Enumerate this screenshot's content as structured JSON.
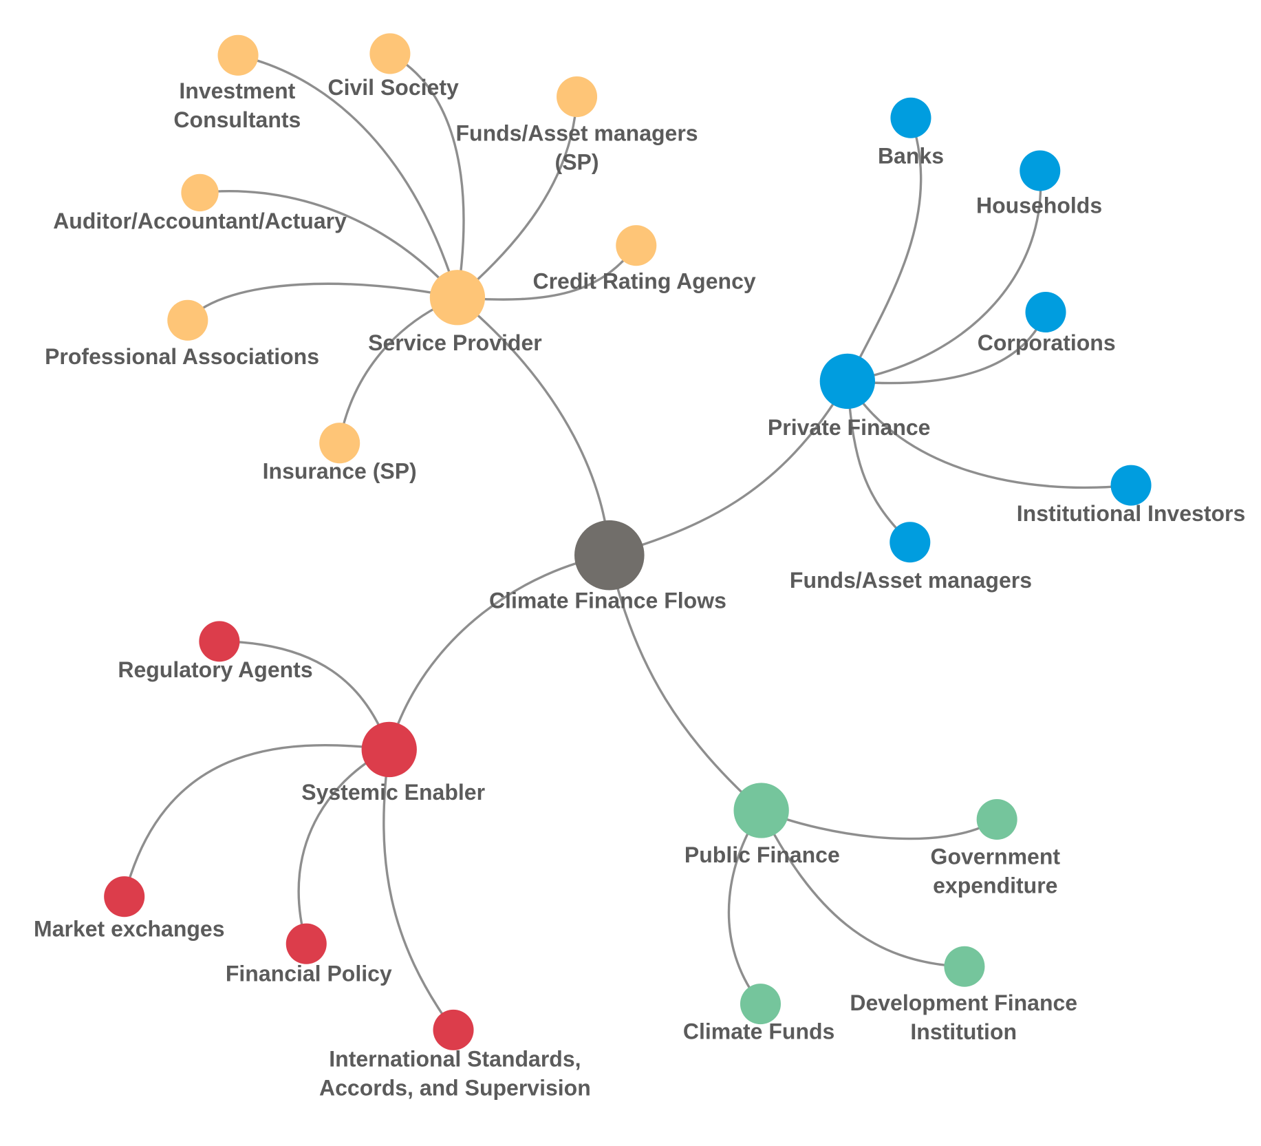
{
  "colors": {
    "center": "#716e6a",
    "service_provider": "#fec577",
    "private_finance": "#009ddf",
    "public_finance": "#75c59c",
    "systemic_enabler": "#dc3d4b",
    "edge": "#8e8e8e",
    "label": "#5b5b5b"
  },
  "center": {
    "id": "center",
    "label": [
      "Climate Finance Flows"
    ]
  },
  "groups": [
    {
      "id": "service-provider",
      "color_key": "service_provider",
      "label": [
        "Service Provider"
      ],
      "children": [
        {
          "id": "investment-consultants",
          "label": [
            "Investment",
            "Consultants"
          ]
        },
        {
          "id": "civil-society",
          "label": [
            "Civil Society"
          ]
        },
        {
          "id": "funds-asset-managers-sp",
          "label": [
            "Funds/Asset managers",
            "(SP)"
          ]
        },
        {
          "id": "auditor-accountant-actuary",
          "label": [
            "Auditor/Accountant/Actuary"
          ]
        },
        {
          "id": "credit-rating-agency",
          "label": [
            "Credit Rating Agency"
          ]
        },
        {
          "id": "professional-associations",
          "label": [
            "Professional Associations"
          ]
        },
        {
          "id": "insurance-sp",
          "label": [
            "Insurance (SP)"
          ]
        }
      ]
    },
    {
      "id": "private-finance",
      "color_key": "private_finance",
      "label": [
        "Private Finance"
      ],
      "children": [
        {
          "id": "banks",
          "label": [
            "Banks"
          ]
        },
        {
          "id": "households",
          "label": [
            "Households"
          ]
        },
        {
          "id": "corporations",
          "label": [
            "Corporations"
          ]
        },
        {
          "id": "institutional-investors",
          "label": [
            "Institutional Investors"
          ]
        },
        {
          "id": "funds-asset-managers",
          "label": [
            "Funds/Asset managers"
          ]
        }
      ]
    },
    {
      "id": "systemic-enabler",
      "color_key": "systemic_enabler",
      "label": [
        "Systemic Enabler"
      ],
      "children": [
        {
          "id": "regulatory-agents",
          "label": [
            "Regulatory Agents"
          ]
        },
        {
          "id": "market-exchanges",
          "label": [
            "Market exchanges"
          ]
        },
        {
          "id": "financial-policy",
          "label": [
            "Financial Policy"
          ]
        },
        {
          "id": "international-standards",
          "label": [
            "International Standards,",
            "Accords, and Supervision"
          ]
        }
      ]
    },
    {
      "id": "public-finance",
      "color_key": "public_finance",
      "label": [
        "Public Finance"
      ],
      "children": [
        {
          "id": "government-expenditure",
          "label": [
            "Government",
            "expenditure"
          ]
        },
        {
          "id": "climate-funds",
          "label": [
            "Climate Funds"
          ]
        },
        {
          "id": "development-finance-institution",
          "label": [
            "Development Finance",
            "Institution"
          ]
        }
      ]
    }
  ]
}
